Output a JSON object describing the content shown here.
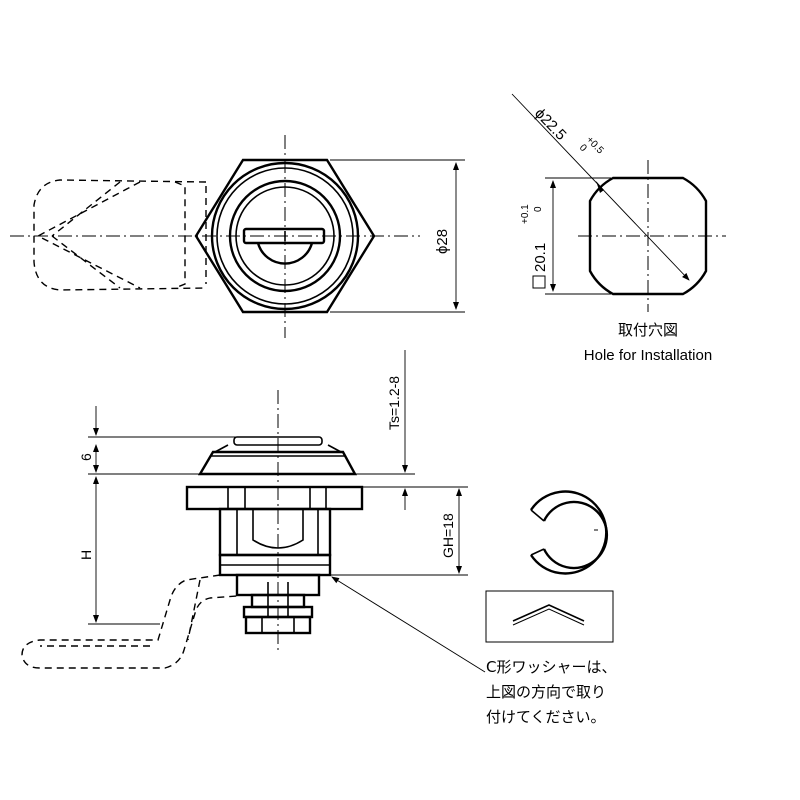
{
  "front_view": {
    "diameter_label": "ϕ28"
  },
  "hole": {
    "diameter_label": "ϕ22.5",
    "diameter_tol_upper": "+0.5",
    "diameter_tol_lower": "0",
    "width_label": "20.1",
    "width_tol_upper": "+0.1",
    "width_tol_lower": "0",
    "title_jp": "取付穴図",
    "title_en": "Hole for Installation"
  },
  "side_view": {
    "ts_label": "Ts=1.2-8",
    "dim_6": "6",
    "dim_h": "H",
    "gh_label": "GH=18"
  },
  "washer_note": {
    "line1": "C形ワッシャーは、",
    "line2": "上図の方向で取り",
    "line3": "付けてください。"
  }
}
